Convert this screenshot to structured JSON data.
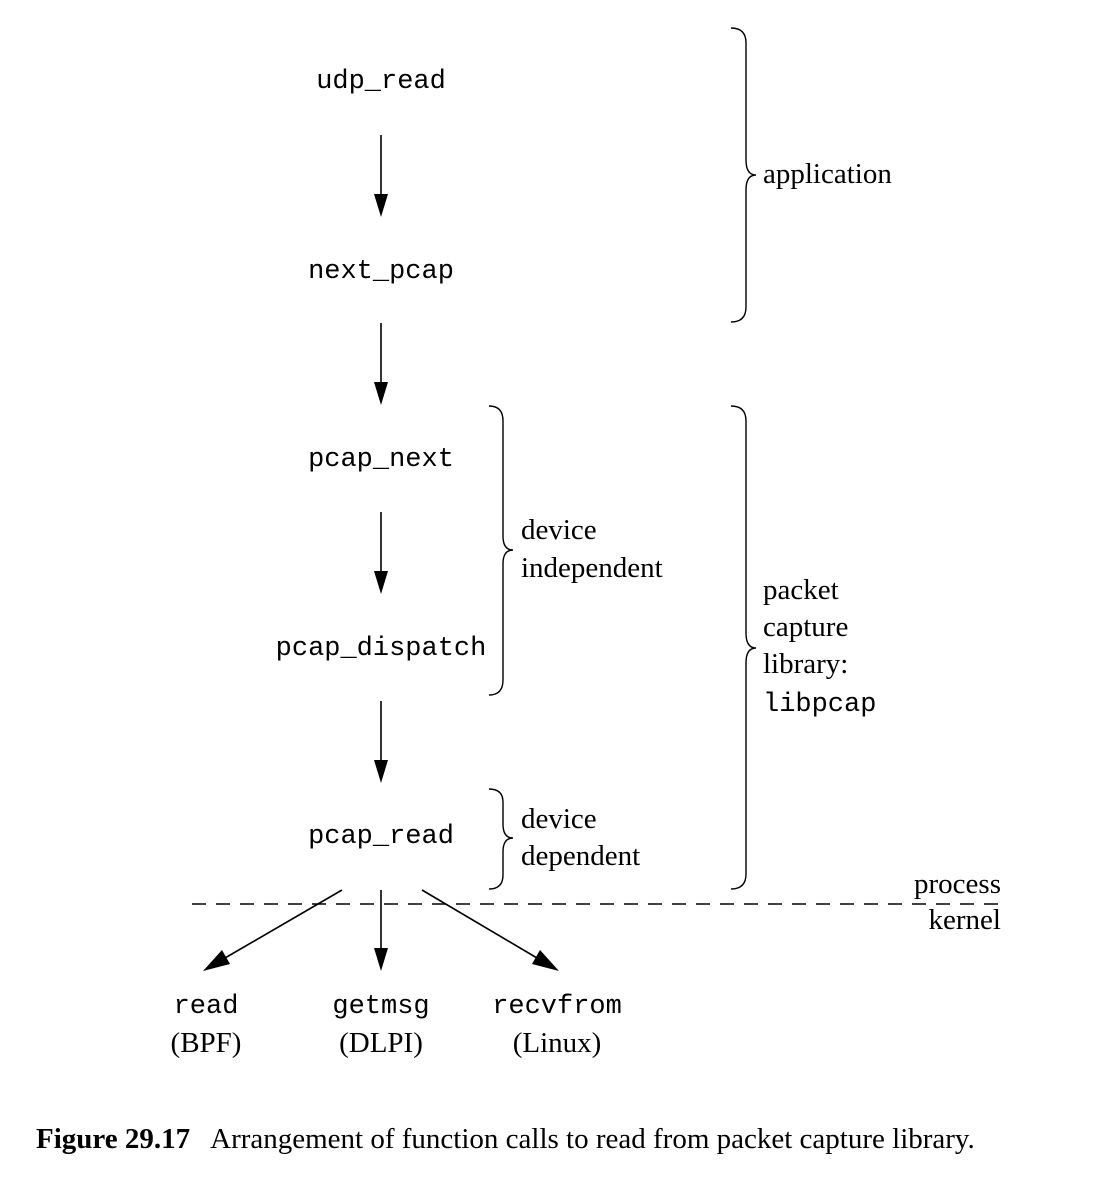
{
  "functions": {
    "udp_read": "udp_read",
    "next_pcap": "next_pcap",
    "pcap_next": "pcap_next",
    "pcap_dispatch": "pcap_dispatch",
    "pcap_read": "pcap_read",
    "read": "read",
    "getmsg": "getmsg",
    "recvfrom": "recvfrom"
  },
  "platforms": {
    "bpf": "(BPF)",
    "dlpi": "(DLPI)",
    "linux": "(Linux)"
  },
  "groups": {
    "application": "application",
    "device_independent": [
      "device",
      "independent"
    ],
    "device_dependent": [
      "device",
      "dependent"
    ],
    "library": [
      "packet",
      "capture",
      "library:"
    ],
    "library_name": "libpcap"
  },
  "boundary": {
    "process": "process",
    "kernel": "kernel"
  },
  "caption": {
    "label": "Figure 29.17",
    "text": "Arrangement of function calls to read from packet capture library."
  }
}
